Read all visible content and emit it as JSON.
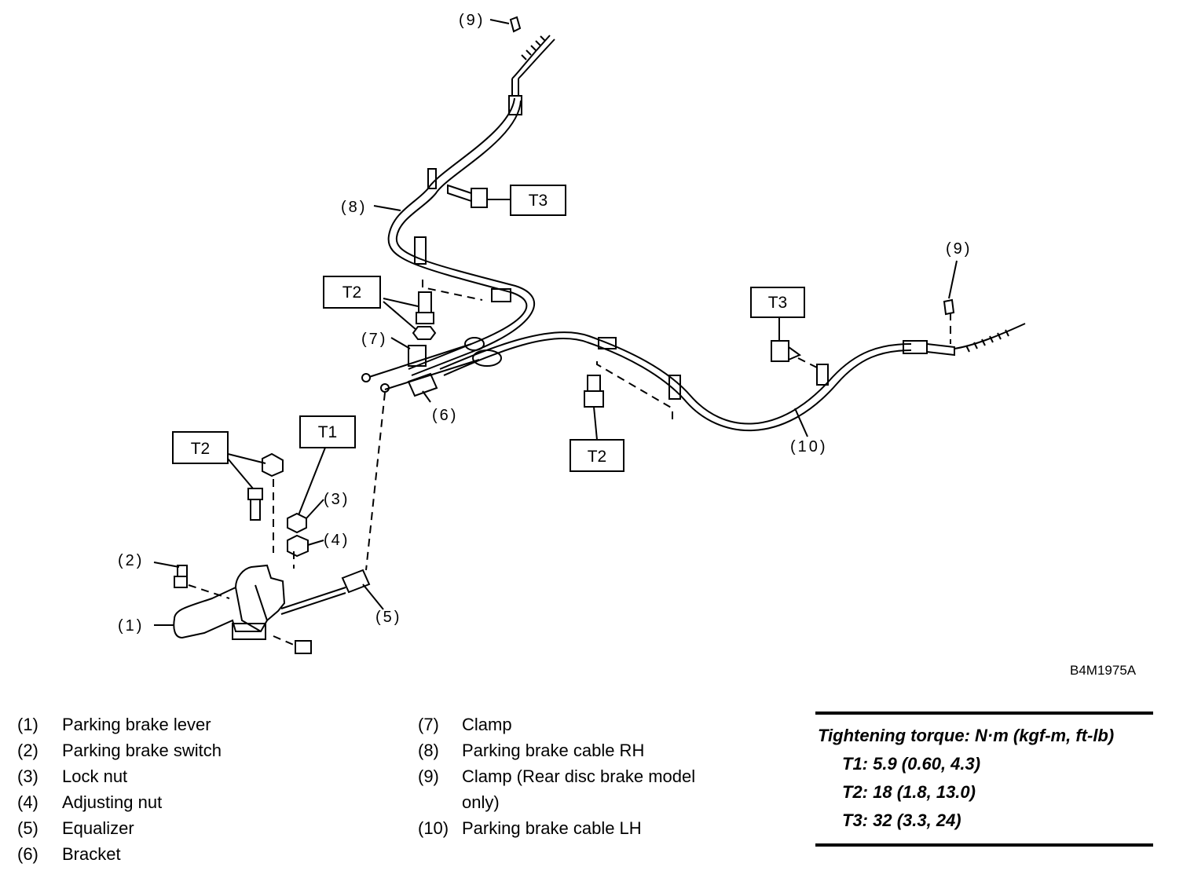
{
  "figure": {
    "id": "B4M1975A",
    "callouts": {
      "c1": "(1)",
      "c2": "(2)",
      "c3": "(3)",
      "c4": "(4)",
      "c5": "(5)",
      "c6": "(6)",
      "c7": "(7)",
      "c8": "(8)",
      "c9": "(9)",
      "c10": "(10)"
    },
    "torque_boxes": {
      "t1": "T1",
      "t2": "T2",
      "t3": "T3"
    }
  },
  "legend": {
    "left": [
      {
        "num": "(1)",
        "label": "Parking brake lever"
      },
      {
        "num": "(2)",
        "label": "Parking brake switch"
      },
      {
        "num": "(3)",
        "label": "Lock nut"
      },
      {
        "num": "(4)",
        "label": "Adjusting nut"
      },
      {
        "num": "(5)",
        "label": "Equalizer"
      },
      {
        "num": "(6)",
        "label": "Bracket"
      }
    ],
    "right": [
      {
        "num": "(7)",
        "label": "Clamp"
      },
      {
        "num": "(8)",
        "label": "Parking brake cable RH"
      },
      {
        "num": "(9)",
        "label": "Clamp (Rear disc brake model",
        "label_cont": "only)"
      },
      {
        "num": "(10)",
        "label": "Parking brake cable LH"
      }
    ]
  },
  "torque": {
    "heading": "Tightening torque: N·m (kgf-m, ft-lb)",
    "t1": "T1: 5.9 (0.60, 4.3)",
    "t2": "T2: 18 (1.8, 13.0)",
    "t3": "T3: 32 (3.3, 24)"
  }
}
